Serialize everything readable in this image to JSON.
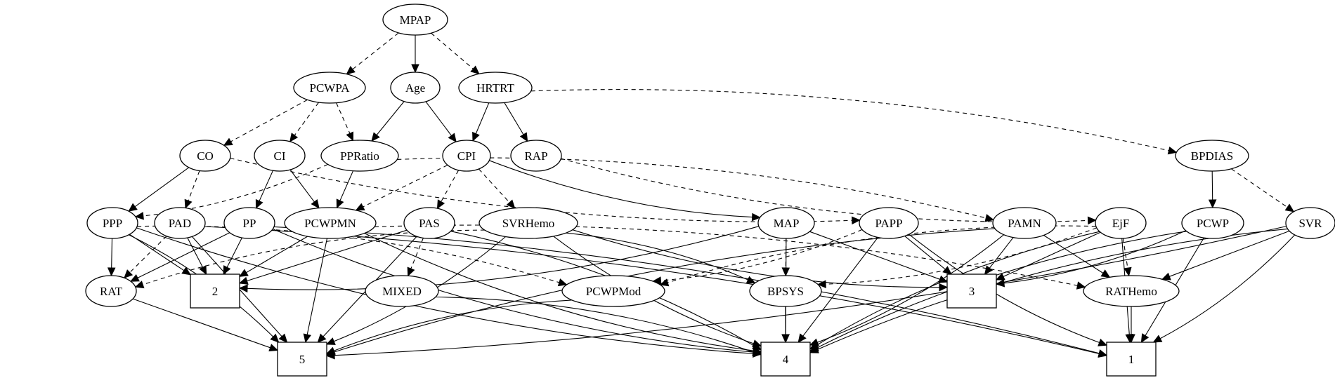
{
  "graph": {
    "nodes": [
      {
        "id": "MPAP",
        "label": "MPAP",
        "shape": "ellipse"
      },
      {
        "id": "PCWPA",
        "label": "PCWPA",
        "shape": "ellipse"
      },
      {
        "id": "Age",
        "label": "Age",
        "shape": "ellipse"
      },
      {
        "id": "HRTRT",
        "label": "HRTRT",
        "shape": "ellipse"
      },
      {
        "id": "CO",
        "label": "CO",
        "shape": "ellipse"
      },
      {
        "id": "CI",
        "label": "CI",
        "shape": "ellipse"
      },
      {
        "id": "PPRatio",
        "label": "PPRatio",
        "shape": "ellipse"
      },
      {
        "id": "CPI",
        "label": "CPI",
        "shape": "ellipse"
      },
      {
        "id": "RAP",
        "label": "RAP",
        "shape": "ellipse"
      },
      {
        "id": "BPDIAS",
        "label": "BPDIAS",
        "shape": "ellipse"
      },
      {
        "id": "PPP",
        "label": "PPP",
        "shape": "ellipse"
      },
      {
        "id": "PAD",
        "label": "PAD",
        "shape": "ellipse"
      },
      {
        "id": "PP",
        "label": "PP",
        "shape": "ellipse"
      },
      {
        "id": "PCWPMN",
        "label": "PCWPMN",
        "shape": "ellipse"
      },
      {
        "id": "PAS",
        "label": "PAS",
        "shape": "ellipse"
      },
      {
        "id": "SVRHemo",
        "label": "SVRHemo",
        "shape": "ellipse"
      },
      {
        "id": "MAP",
        "label": "MAP",
        "shape": "ellipse"
      },
      {
        "id": "PAPP",
        "label": "PAPP",
        "shape": "ellipse"
      },
      {
        "id": "PAMN",
        "label": "PAMN",
        "shape": "ellipse"
      },
      {
        "id": "EjF",
        "label": "EjF",
        "shape": "ellipse"
      },
      {
        "id": "PCWP",
        "label": "PCWP",
        "shape": "ellipse"
      },
      {
        "id": "SVR",
        "label": "SVR",
        "shape": "ellipse"
      },
      {
        "id": "RAT",
        "label": "RAT",
        "shape": "ellipse"
      },
      {
        "id": "N2",
        "label": "2",
        "shape": "box"
      },
      {
        "id": "MIXED",
        "label": "MIXED",
        "shape": "ellipse"
      },
      {
        "id": "PCWPMod",
        "label": "PCWPMod",
        "shape": "ellipse"
      },
      {
        "id": "BPSYS",
        "label": "BPSYS",
        "shape": "ellipse"
      },
      {
        "id": "N3",
        "label": "3",
        "shape": "box"
      },
      {
        "id": "RATHemo",
        "label": "RATHemo",
        "shape": "ellipse"
      },
      {
        "id": "N5",
        "label": "5",
        "shape": "box"
      },
      {
        "id": "N4",
        "label": "4",
        "shape": "box"
      },
      {
        "id": "N1",
        "label": "1",
        "shape": "box"
      }
    ],
    "edges": [
      {
        "from": "MPAP",
        "to": "PCWPA",
        "style": "dashed"
      },
      {
        "from": "MPAP",
        "to": "Age",
        "style": "solid"
      },
      {
        "from": "MPAP",
        "to": "HRTRT",
        "style": "dashed"
      },
      {
        "from": "PCWPA",
        "to": "CO",
        "style": "dashed"
      },
      {
        "from": "PCWPA",
        "to": "CI",
        "style": "dashed"
      },
      {
        "from": "PCWPA",
        "to": "PPRatio",
        "style": "dashed"
      },
      {
        "from": "Age",
        "to": "PPRatio",
        "style": "solid"
      },
      {
        "from": "Age",
        "to": "CPI",
        "style": "solid"
      },
      {
        "from": "HRTRT",
        "to": "CPI",
        "style": "solid"
      },
      {
        "from": "HRTRT",
        "to": "RAP",
        "style": "solid"
      },
      {
        "from": "HRTRT",
        "to": "BPDIAS",
        "style": "dashed"
      },
      {
        "from": "CO",
        "to": "PPP",
        "style": "solid"
      },
      {
        "from": "CO",
        "to": "PAD",
        "style": "dashed"
      },
      {
        "from": "CO",
        "to": "PAPP",
        "style": "dashed"
      },
      {
        "from": "CI",
        "to": "PP",
        "style": "solid"
      },
      {
        "from": "CI",
        "to": "PCWPMN",
        "style": "solid"
      },
      {
        "from": "PPRatio",
        "to": "PPP",
        "style": "dashed"
      },
      {
        "from": "PPRatio",
        "to": "PCWPMN",
        "style": "solid"
      },
      {
        "from": "PPRatio",
        "to": "PAMN",
        "style": "dashed"
      },
      {
        "from": "CPI",
        "to": "PAS",
        "style": "dashed"
      },
      {
        "from": "CPI",
        "to": "SVRHemo",
        "style": "dashed"
      },
      {
        "from": "CPI",
        "to": "MAP",
        "style": "solid"
      },
      {
        "from": "CPI",
        "to": "PCWPMN",
        "style": "dashed"
      },
      {
        "from": "RAP",
        "to": "EjF",
        "style": "dashed"
      },
      {
        "from": "BPDIAS",
        "to": "PCWP",
        "style": "solid"
      },
      {
        "from": "BPDIAS",
        "to": "SVR",
        "style": "dashed"
      },
      {
        "from": "PPP",
        "to": "RAT",
        "style": "solid"
      },
      {
        "from": "PPP",
        "to": "N2",
        "style": "solid"
      },
      {
        "from": "PPP",
        "to": "N5",
        "style": "solid"
      },
      {
        "from": "PPP",
        "to": "N4",
        "style": "solid"
      },
      {
        "from": "PPP",
        "to": "PCWPMod",
        "style": "dashed"
      },
      {
        "from": "PAD",
        "to": "RAT",
        "style": "dashed"
      },
      {
        "from": "PAD",
        "to": "N2",
        "style": "solid"
      },
      {
        "from": "PAD",
        "to": "N5",
        "style": "solid"
      },
      {
        "from": "PAD",
        "to": "N1",
        "style": "solid"
      },
      {
        "from": "PP",
        "to": "RAT",
        "style": "solid"
      },
      {
        "from": "PP",
        "to": "N2",
        "style": "solid"
      },
      {
        "from": "PP",
        "to": "N4",
        "style": "solid"
      },
      {
        "from": "PP",
        "to": "N1",
        "style": "solid"
      },
      {
        "from": "PCWPMN",
        "to": "N2",
        "style": "solid"
      },
      {
        "from": "PCWPMN",
        "to": "N5",
        "style": "solid"
      },
      {
        "from": "PCWPMN",
        "to": "N4",
        "style": "solid"
      },
      {
        "from": "PCWPMN",
        "to": "RATHemo",
        "style": "dashed"
      },
      {
        "from": "PAS",
        "to": "N2",
        "style": "solid"
      },
      {
        "from": "PAS",
        "to": "MIXED",
        "style": "dashed"
      },
      {
        "from": "PAS",
        "to": "N5",
        "style": "solid"
      },
      {
        "from": "PAS",
        "to": "N4",
        "style": "solid"
      },
      {
        "from": "SVRHemo",
        "to": "RAT",
        "style": "dashed"
      },
      {
        "from": "SVRHemo",
        "to": "N5",
        "style": "solid"
      },
      {
        "from": "SVRHemo",
        "to": "N4",
        "style": "solid"
      },
      {
        "from": "SVRHemo",
        "to": "BPSYS",
        "style": "solid"
      },
      {
        "from": "SVRHemo",
        "to": "N3",
        "style": "solid"
      },
      {
        "from": "MAP",
        "to": "N2",
        "style": "solid"
      },
      {
        "from": "MAP",
        "to": "BPSYS",
        "style": "dashed"
      },
      {
        "from": "MAP",
        "to": "N4",
        "style": "solid"
      },
      {
        "from": "MAP",
        "to": "N3",
        "style": "solid"
      },
      {
        "from": "PAPP",
        "to": "PCWPMod",
        "style": "dashed"
      },
      {
        "from": "PAPP",
        "to": "N4",
        "style": "solid"
      },
      {
        "from": "PAPP",
        "to": "N3",
        "style": "solid"
      },
      {
        "from": "PAPP",
        "to": "N1",
        "style": "solid"
      },
      {
        "from": "PAMN",
        "to": "N3",
        "style": "solid"
      },
      {
        "from": "PAMN",
        "to": "RATHemo",
        "style": "solid"
      },
      {
        "from": "PAMN",
        "to": "N4",
        "style": "solid"
      },
      {
        "from": "PAMN",
        "to": "N5",
        "style": "solid"
      },
      {
        "from": "EjF",
        "to": "BPSYS",
        "style": "dashed"
      },
      {
        "from": "EjF",
        "to": "N3",
        "style": "solid"
      },
      {
        "from": "EjF",
        "to": "RATHemo",
        "style": "dashed"
      },
      {
        "from": "EjF",
        "to": "N4",
        "style": "solid"
      },
      {
        "from": "EjF",
        "to": "N1",
        "style": "solid"
      },
      {
        "from": "EjF",
        "to": "PCWPMod",
        "style": "dashed"
      },
      {
        "from": "PCWP",
        "to": "N3",
        "style": "solid"
      },
      {
        "from": "PCWP",
        "to": "N4",
        "style": "solid"
      },
      {
        "from": "PCWP",
        "to": "N1",
        "style": "solid"
      },
      {
        "from": "SVR",
        "to": "RATHemo",
        "style": "solid"
      },
      {
        "from": "SVR",
        "to": "N5",
        "style": "solid"
      },
      {
        "from": "SVR",
        "to": "N4",
        "style": "solid"
      },
      {
        "from": "SVR",
        "to": "N1",
        "style": "solid"
      },
      {
        "from": "RAT",
        "to": "N5",
        "style": "solid"
      },
      {
        "from": "MIXED",
        "to": "N4",
        "style": "solid"
      },
      {
        "from": "PCWPMod",
        "to": "N5",
        "style": "solid"
      },
      {
        "from": "BPSYS",
        "to": "N4",
        "style": "solid"
      },
      {
        "from": "RATHemo",
        "to": "N1",
        "style": "solid"
      }
    ]
  }
}
